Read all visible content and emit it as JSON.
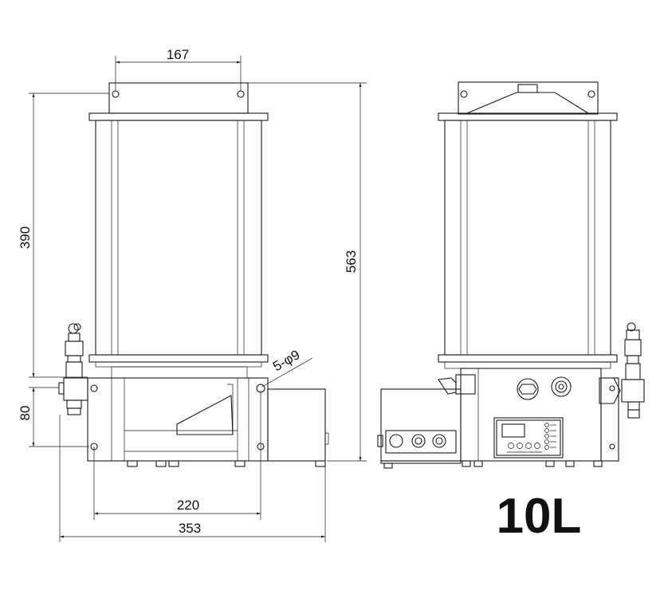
{
  "drawing": {
    "model_label": "10L",
    "dimensions": {
      "top_bracket_width": "167",
      "reservoir_height": "390",
      "base_height": "80",
      "total_height": "563",
      "base_width": "220",
      "overall_width": "353",
      "mount_holes": "5-φ9"
    },
    "views": [
      "front-view",
      "side-view"
    ]
  }
}
